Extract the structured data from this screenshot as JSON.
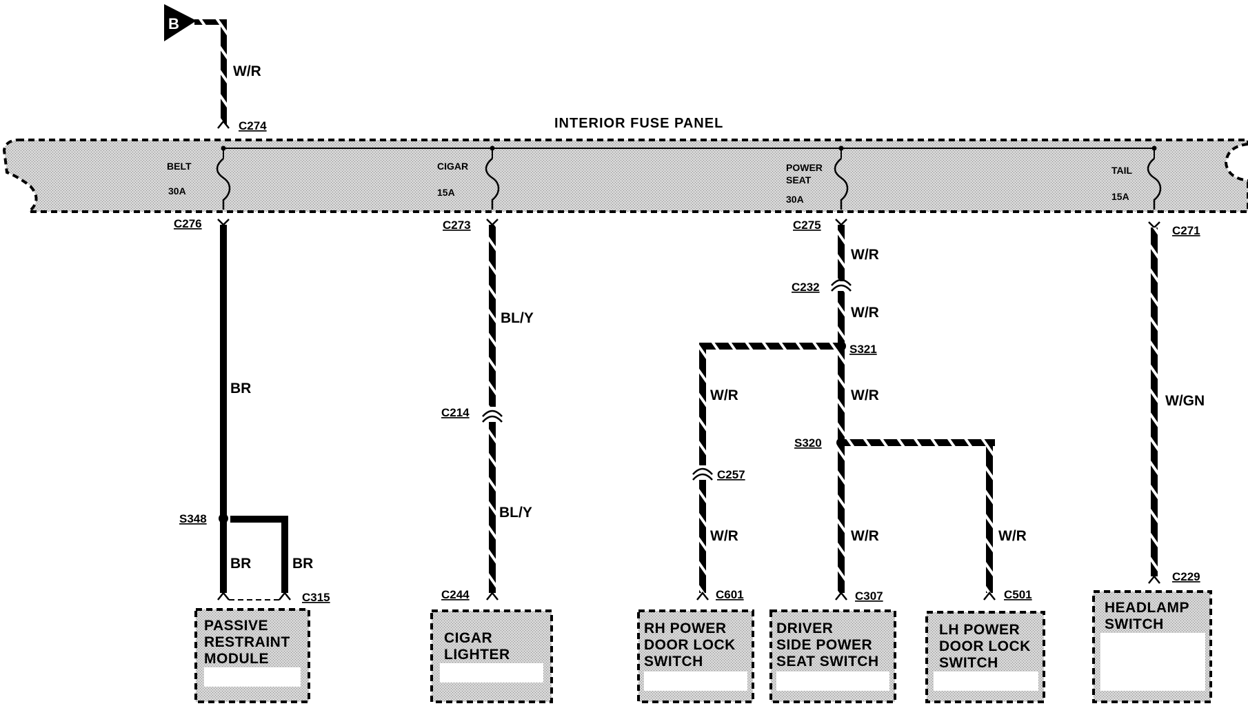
{
  "battery_symbol": {
    "letter": "B"
  },
  "panel": {
    "title": "INTERIOR FUSE PANEL"
  },
  "fuses": [
    {
      "name": "BELT",
      "rating": "30A"
    },
    {
      "name": "CIGAR",
      "rating": "15A"
    },
    {
      "name": "POWER",
      "name2": "SEAT",
      "rating": "30A"
    },
    {
      "name": "TAIL",
      "rating": "15A"
    }
  ],
  "connectors": {
    "c274": "C274",
    "c276": "C276",
    "c273": "C273",
    "c275": "C275",
    "c271": "C271",
    "c232": "C232",
    "c214": "C214",
    "c257": "C257",
    "c244": "C244",
    "c315": "C315",
    "c601": "C601",
    "c307": "C307",
    "c501": "C501",
    "c229": "C229"
  },
  "splices": {
    "s348": "S348",
    "s321": "S321",
    "s320": "S320"
  },
  "wires": {
    "feed": "W/R",
    "belt": "BR",
    "belt_a": "BR",
    "belt_b": "BR",
    "cigar_top": "BL/Y",
    "cigar_bottom": "BL/Y",
    "seat_1": "W/R",
    "seat_2": "W/R",
    "seat_3": "W/R",
    "seat_4": "W/R",
    "rh_top": "W/R",
    "rh_bottom": "W/R",
    "lh": "W/R",
    "tail": "W/GN"
  },
  "components": {
    "passive": [
      "PASSIVE",
      "RESTRAINT",
      "MODULE"
    ],
    "cigar": [
      "CIGAR",
      "LIGHTER"
    ],
    "rh": [
      "RH POWER",
      "DOOR LOCK",
      "SWITCH"
    ],
    "driver": [
      "DRIVER",
      "SIDE POWER",
      "SEAT SWITCH"
    ],
    "lh": [
      "LH POWER",
      "DOOR LOCK",
      "SWITCH"
    ],
    "headlamp": [
      "HEADLAMP",
      "SWITCH"
    ]
  },
  "colors": {
    "ink": "#000000",
    "panel_fill": "#c9c9c9",
    "background": "#ffffff"
  }
}
